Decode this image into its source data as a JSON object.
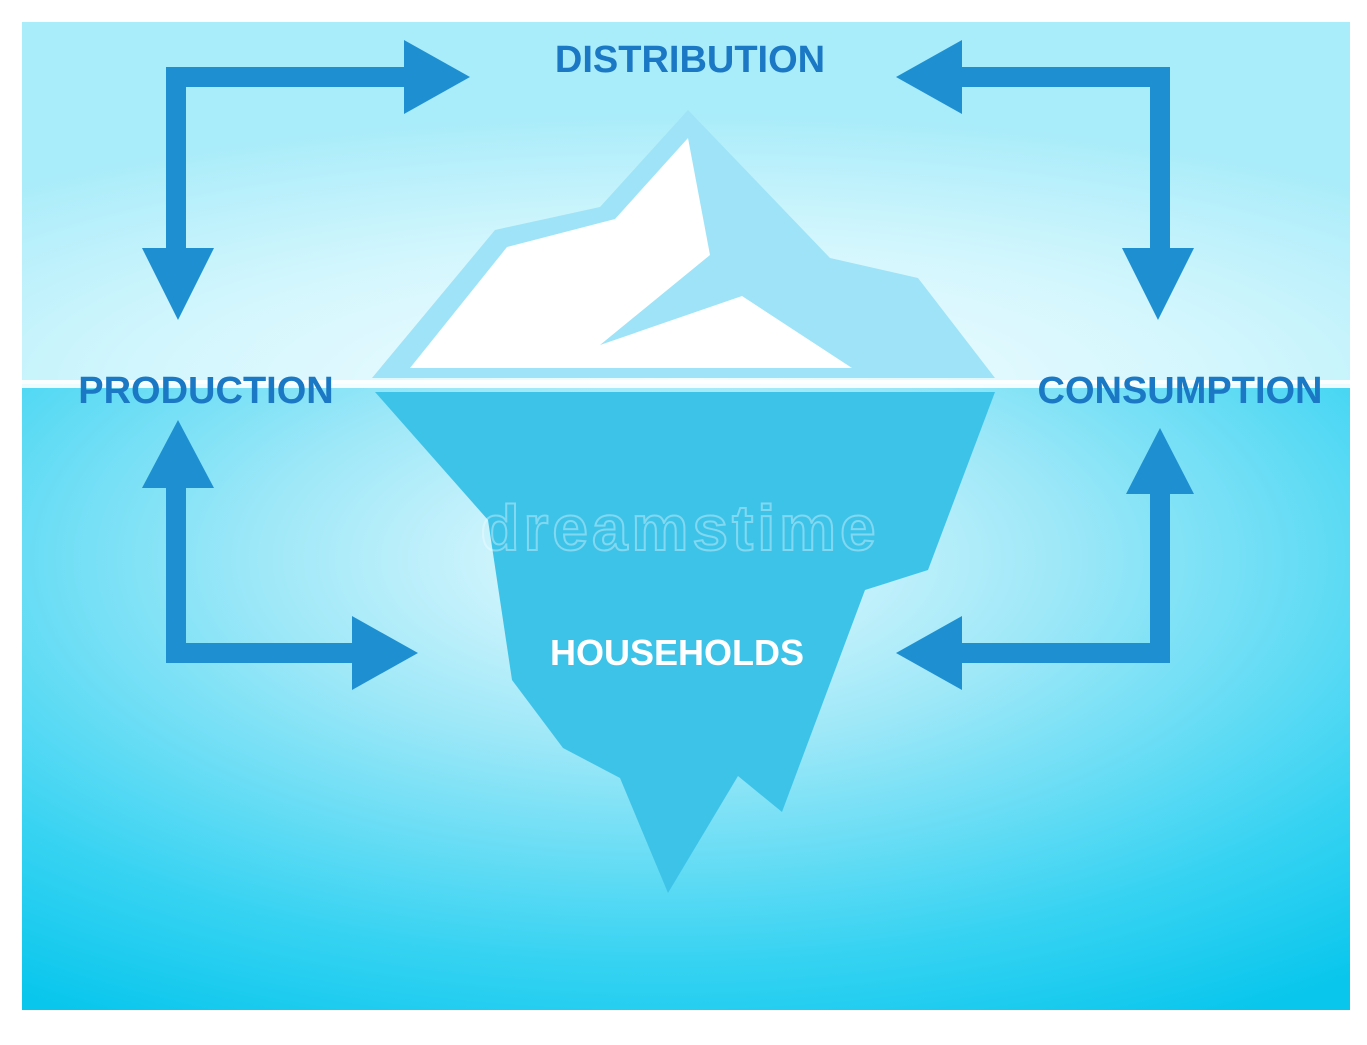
{
  "labels": {
    "top": "DISTRIBUTION",
    "left": "PRODUCTION",
    "right": "CONSUMPTION",
    "center": "HOUSEHOLDS"
  },
  "watermark": "dreamstime",
  "colors": {
    "arrow": "#1e90d2",
    "label": "#1b78c4",
    "sky_top": "#b8f0fb",
    "sky_mid": "#ecfcff",
    "water_top": "#86e3f6",
    "water_bottom": "#0ccbf0",
    "ice_outline": "#9ee3f7",
    "ice_white": "#ffffff",
    "ice_shadow": "#a9e6f8",
    "ice_under": "#3ec3e8",
    "center_label": "#ffffff"
  }
}
